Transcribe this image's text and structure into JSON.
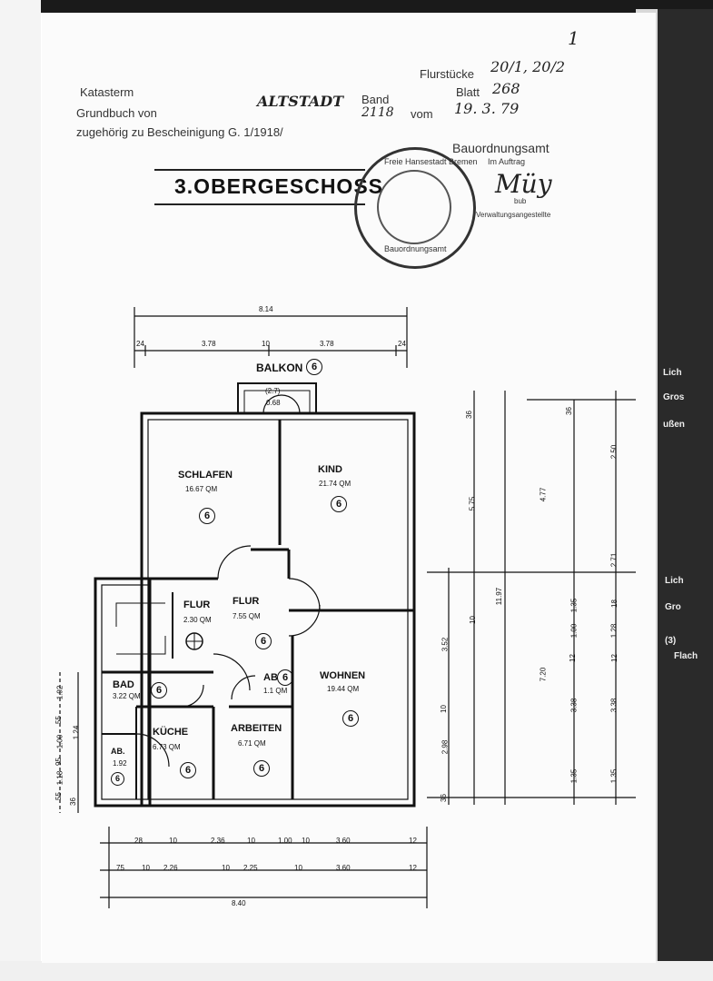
{
  "header": {
    "line1_print": "Katasterm",
    "line2_print": "Grundbuch von",
    "line2_hand": "ALTSTADT",
    "line2_band": "Band",
    "line3_print": "zugehörig zu Bescheinigung G. 1/1918/",
    "line3_hand": "2118",
    "line3_vom": "vom",
    "date_hand": "19. 3. 79",
    "flurstuecke_label": "Flurstücke",
    "flurstuecke_hand": "20/1, 20/2",
    "blatt_label": "Blatt",
    "blatt_hand": "268",
    "corner_mark": "1"
  },
  "floor_title": "3.OBERGESCHOSS",
  "stamp": {
    "top_text": "Freie Hansestadt Bremen",
    "bottom_text": "Bauordnungsamt"
  },
  "authority": {
    "name": "Bauordnungsamt",
    "im_auftrag": "Im Auftrag",
    "signature": "Müy",
    "bub": "bub",
    "office": "Verwaltungsangestellte"
  },
  "balcony": {
    "label": "BALKON",
    "number": "6",
    "dim1": "(2.7)",
    "dim2": "0.68"
  },
  "rooms": [
    {
      "name": "SCHLAFEN",
      "area": "16.67 QM",
      "number": "6"
    },
    {
      "name": "KIND",
      "area": "21.74 QM",
      "number": "6"
    },
    {
      "name": "FLUR",
      "area": "2.30 QM",
      "number": ""
    },
    {
      "name": "FLUR",
      "area": "7.55 QM",
      "number": "6"
    },
    {
      "name": "BAD",
      "area": "3.22 QM",
      "number": "6"
    },
    {
      "name": "AB",
      "area": "1.1 QM",
      "number": "6"
    },
    {
      "name": "WOHNEN",
      "area": "19.44 QM",
      "number": "6"
    },
    {
      "name": "KÜCHE",
      "area": "6.73 QM",
      "number": "6"
    },
    {
      "name": "ARBEITEN",
      "area": "6.71 QM",
      "number": "6"
    },
    {
      "name": "AB.",
      "area": "1.92",
      "number": "6"
    }
  ],
  "dims_top": {
    "total": "8.14",
    "a": "24",
    "b": "3.78",
    "c": "10",
    "d": "3.78",
    "e": "24"
  },
  "dims_bottom_row1": [
    "28",
    "10",
    "2.36",
    "10",
    "1.00",
    "10",
    "3.60",
    "12"
  ],
  "dims_bottom_row2": [
    "75",
    "10",
    "2.26",
    "10",
    "2.25",
    "10",
    "3.60",
    "12"
  ],
  "dims_bottom_total": "8.40",
  "dims_right_col1": [
    "36",
    "5.75",
    "10",
    "3.52",
    "10",
    "2.98",
    "36"
  ],
  "dims_right_col1_total": "11.97",
  "dims_right_col2": [
    "4.77",
    "7.20"
  ],
  "dims_right_col3": [
    "36",
    "2.50",
    "2.71",
    "1.35",
    "1.00",
    "3.38",
    "1.35"
  ],
  "dims_right_col4": [
    "18",
    "1.28",
    "12",
    "12",
    "3.38",
    "1.35"
  ],
  "dims_left": [
    "1.92",
    "55",
    "1.00",
    "95",
    "1.18",
    "55",
    "1.24",
    "36"
  ],
  "right_edge_fragments": [
    "Lich",
    "Gros",
    "ußen",
    "Lich",
    "Gro",
    "(3)",
    "Flach"
  ]
}
